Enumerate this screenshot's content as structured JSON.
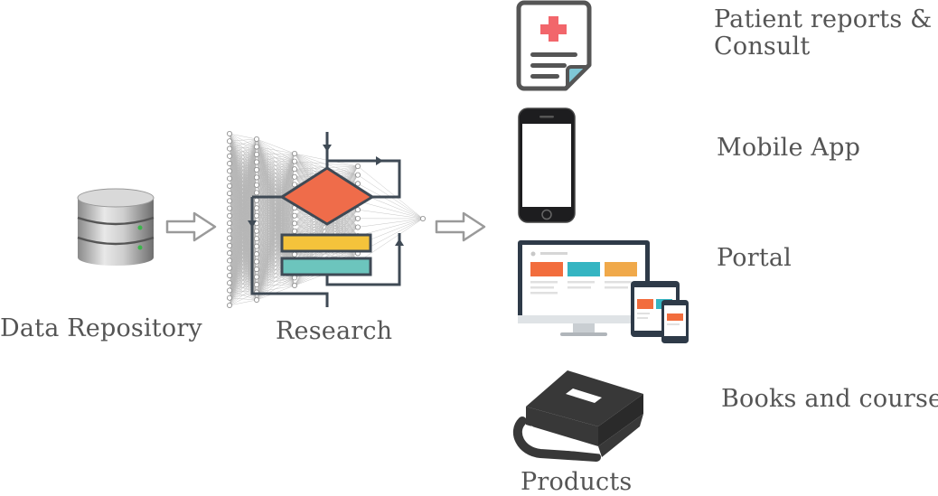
{
  "nodes": {
    "data_repository": {
      "label": "Data Repository",
      "icon": "database-icon"
    },
    "research": {
      "label": "Research",
      "icon": "neural-flowchart-icon"
    },
    "products": {
      "label": "Products"
    }
  },
  "products": [
    {
      "label_line1": "Patient reports &",
      "label_line2": "Consult",
      "icon": "medical-report-icon"
    },
    {
      "label": "Mobile App",
      "icon": "smartphone-icon"
    },
    {
      "label": "Portal",
      "icon": "responsive-devices-icon"
    },
    {
      "label": "Books and courses",
      "icon": "book-icon"
    }
  ],
  "colors": {
    "text": "#555555",
    "flow_diamond": "#ef6c4a",
    "flow_yellow": "#f4c33b",
    "flow_teal": "#6cc5bd",
    "flow_line": "#3f4a55",
    "cross": "#f2666b",
    "device_dark": "#2e3a48",
    "tile_orange": "#f26d3d",
    "tile_teal": "#35b5c2",
    "tile_amber": "#f0a94a"
  }
}
